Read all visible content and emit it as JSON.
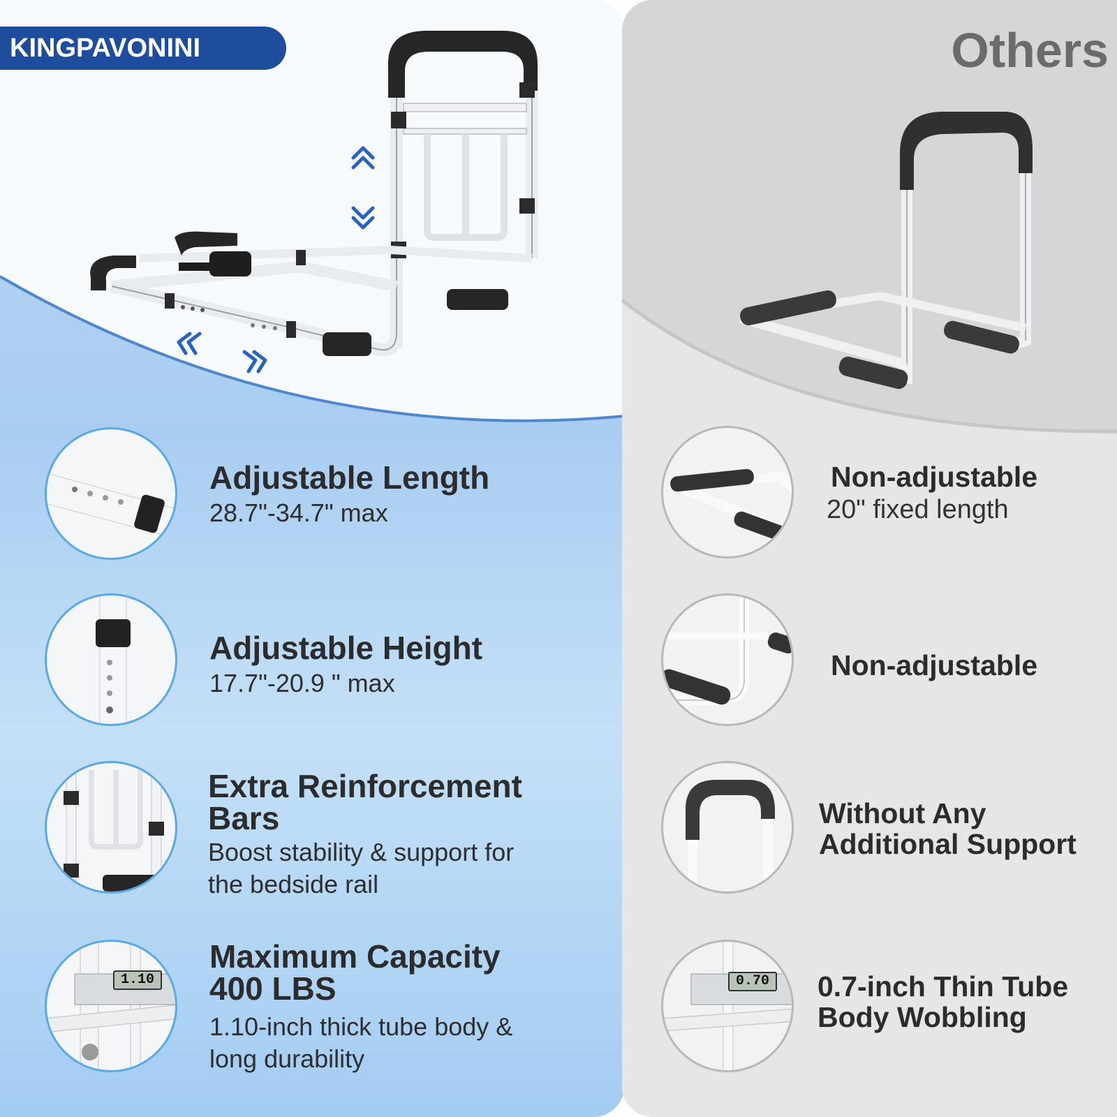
{
  "brand": {
    "name": "KINGPAVONINI"
  },
  "comparison": {
    "others_title": "Others"
  },
  "features": [
    {
      "title": "Adjustable Length",
      "desc": "28.7\"-34.7\" max"
    },
    {
      "title": "Adjustable Height",
      "desc": "17.7\"-20.9 \" max"
    },
    {
      "title_line1": "Extra Reinforcement",
      "title_line2": "Bars",
      "desc_line1": "Boost stability & support for",
      "desc_line2": "the bedside rail"
    },
    {
      "title_line1": "Maximum Capacity",
      "title_line2": "400 LBS",
      "desc_line1": "1.10-inch thick tube body &",
      "desc_line2": "long durability",
      "gauge": "1.10"
    }
  ],
  "others": [
    {
      "title": "Non-adjustable",
      "desc": "20\" fixed length"
    },
    {
      "title": "Non-adjustable"
    },
    {
      "title_line1": "Without Any",
      "title_line2": "Additional Support"
    },
    {
      "title_line1": "0.7-inch Thin Tube",
      "title_line2": "Body Wobbling",
      "gauge": "0.70"
    }
  ],
  "colors": {
    "brand_blue": "#1f4d9e",
    "accent_blue": "#5aa9e6",
    "panel_gray": "#e6e6e6",
    "grip_black": "#2a2a2a"
  }
}
